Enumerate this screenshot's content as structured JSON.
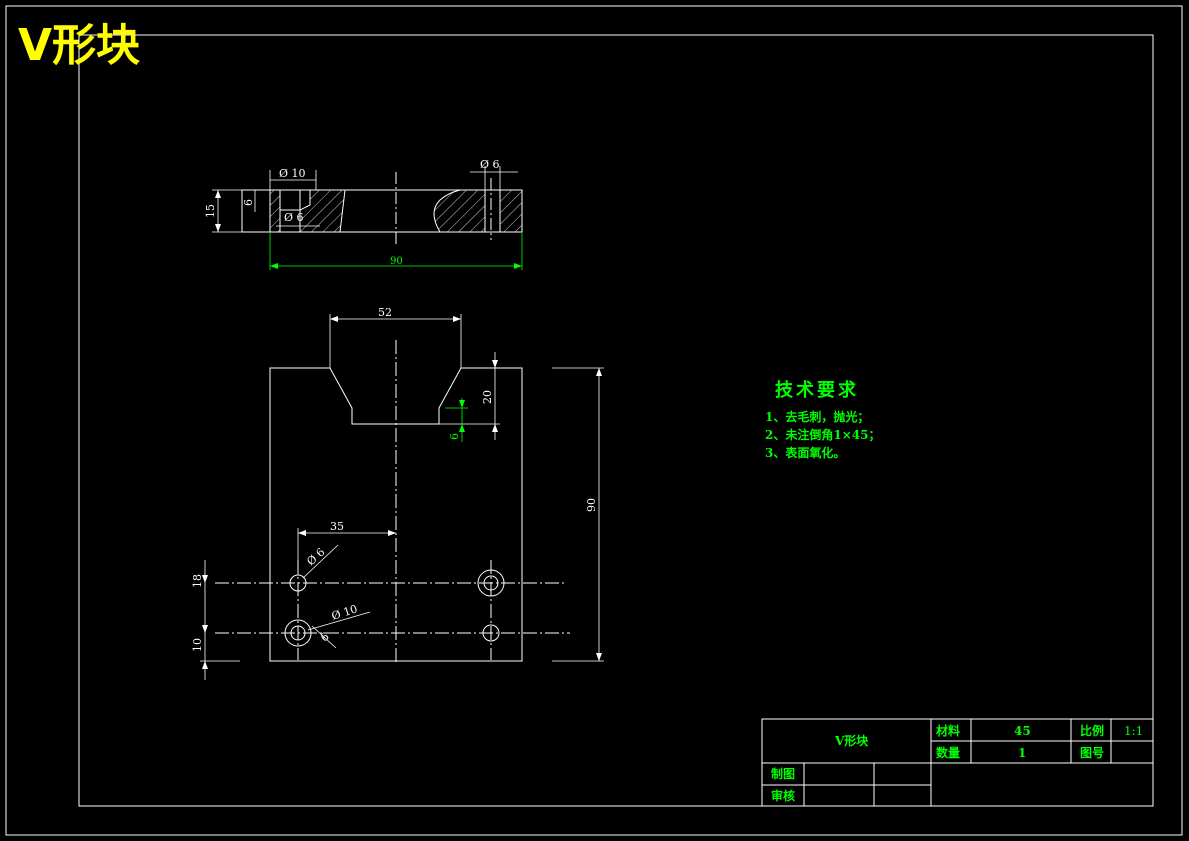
{
  "title": "V形块",
  "top_view": {
    "dims": {
      "dia10": "Ø 10",
      "d6_left": "6",
      "dia6_inner": "Ø 6",
      "dia6_right": "Ø 6",
      "thickness": "15",
      "length": "90"
    }
  },
  "front_view": {
    "dims": {
      "v_width": "52",
      "v_depth": "20",
      "flat_6": "6",
      "height": "90",
      "offset_35": "35",
      "dia6": "Ø 6",
      "dia10": "Ø 10",
      "cb_6": "6",
      "h18": "18",
      "h10": "10"
    }
  },
  "tech_requirements": {
    "heading": "技术要求",
    "items": [
      "1、去毛刺，抛光；",
      "2、未注倒角1×45；",
      "3、表面氧化。"
    ]
  },
  "title_block": {
    "part_name": "V形块",
    "material_label": "材料",
    "material_value": "45",
    "scale_label": "比例",
    "scale_value": "1:1",
    "qty_label": "数量",
    "qty_value": "1",
    "drawing_no_label": "图号",
    "drawn_label": "制图",
    "checked_label": "审核"
  },
  "colors": {
    "background": "#000000",
    "line": "#ffffff",
    "dimension": "#00ff00",
    "title": "#ffff00",
    "hatch": "#ffffff"
  }
}
